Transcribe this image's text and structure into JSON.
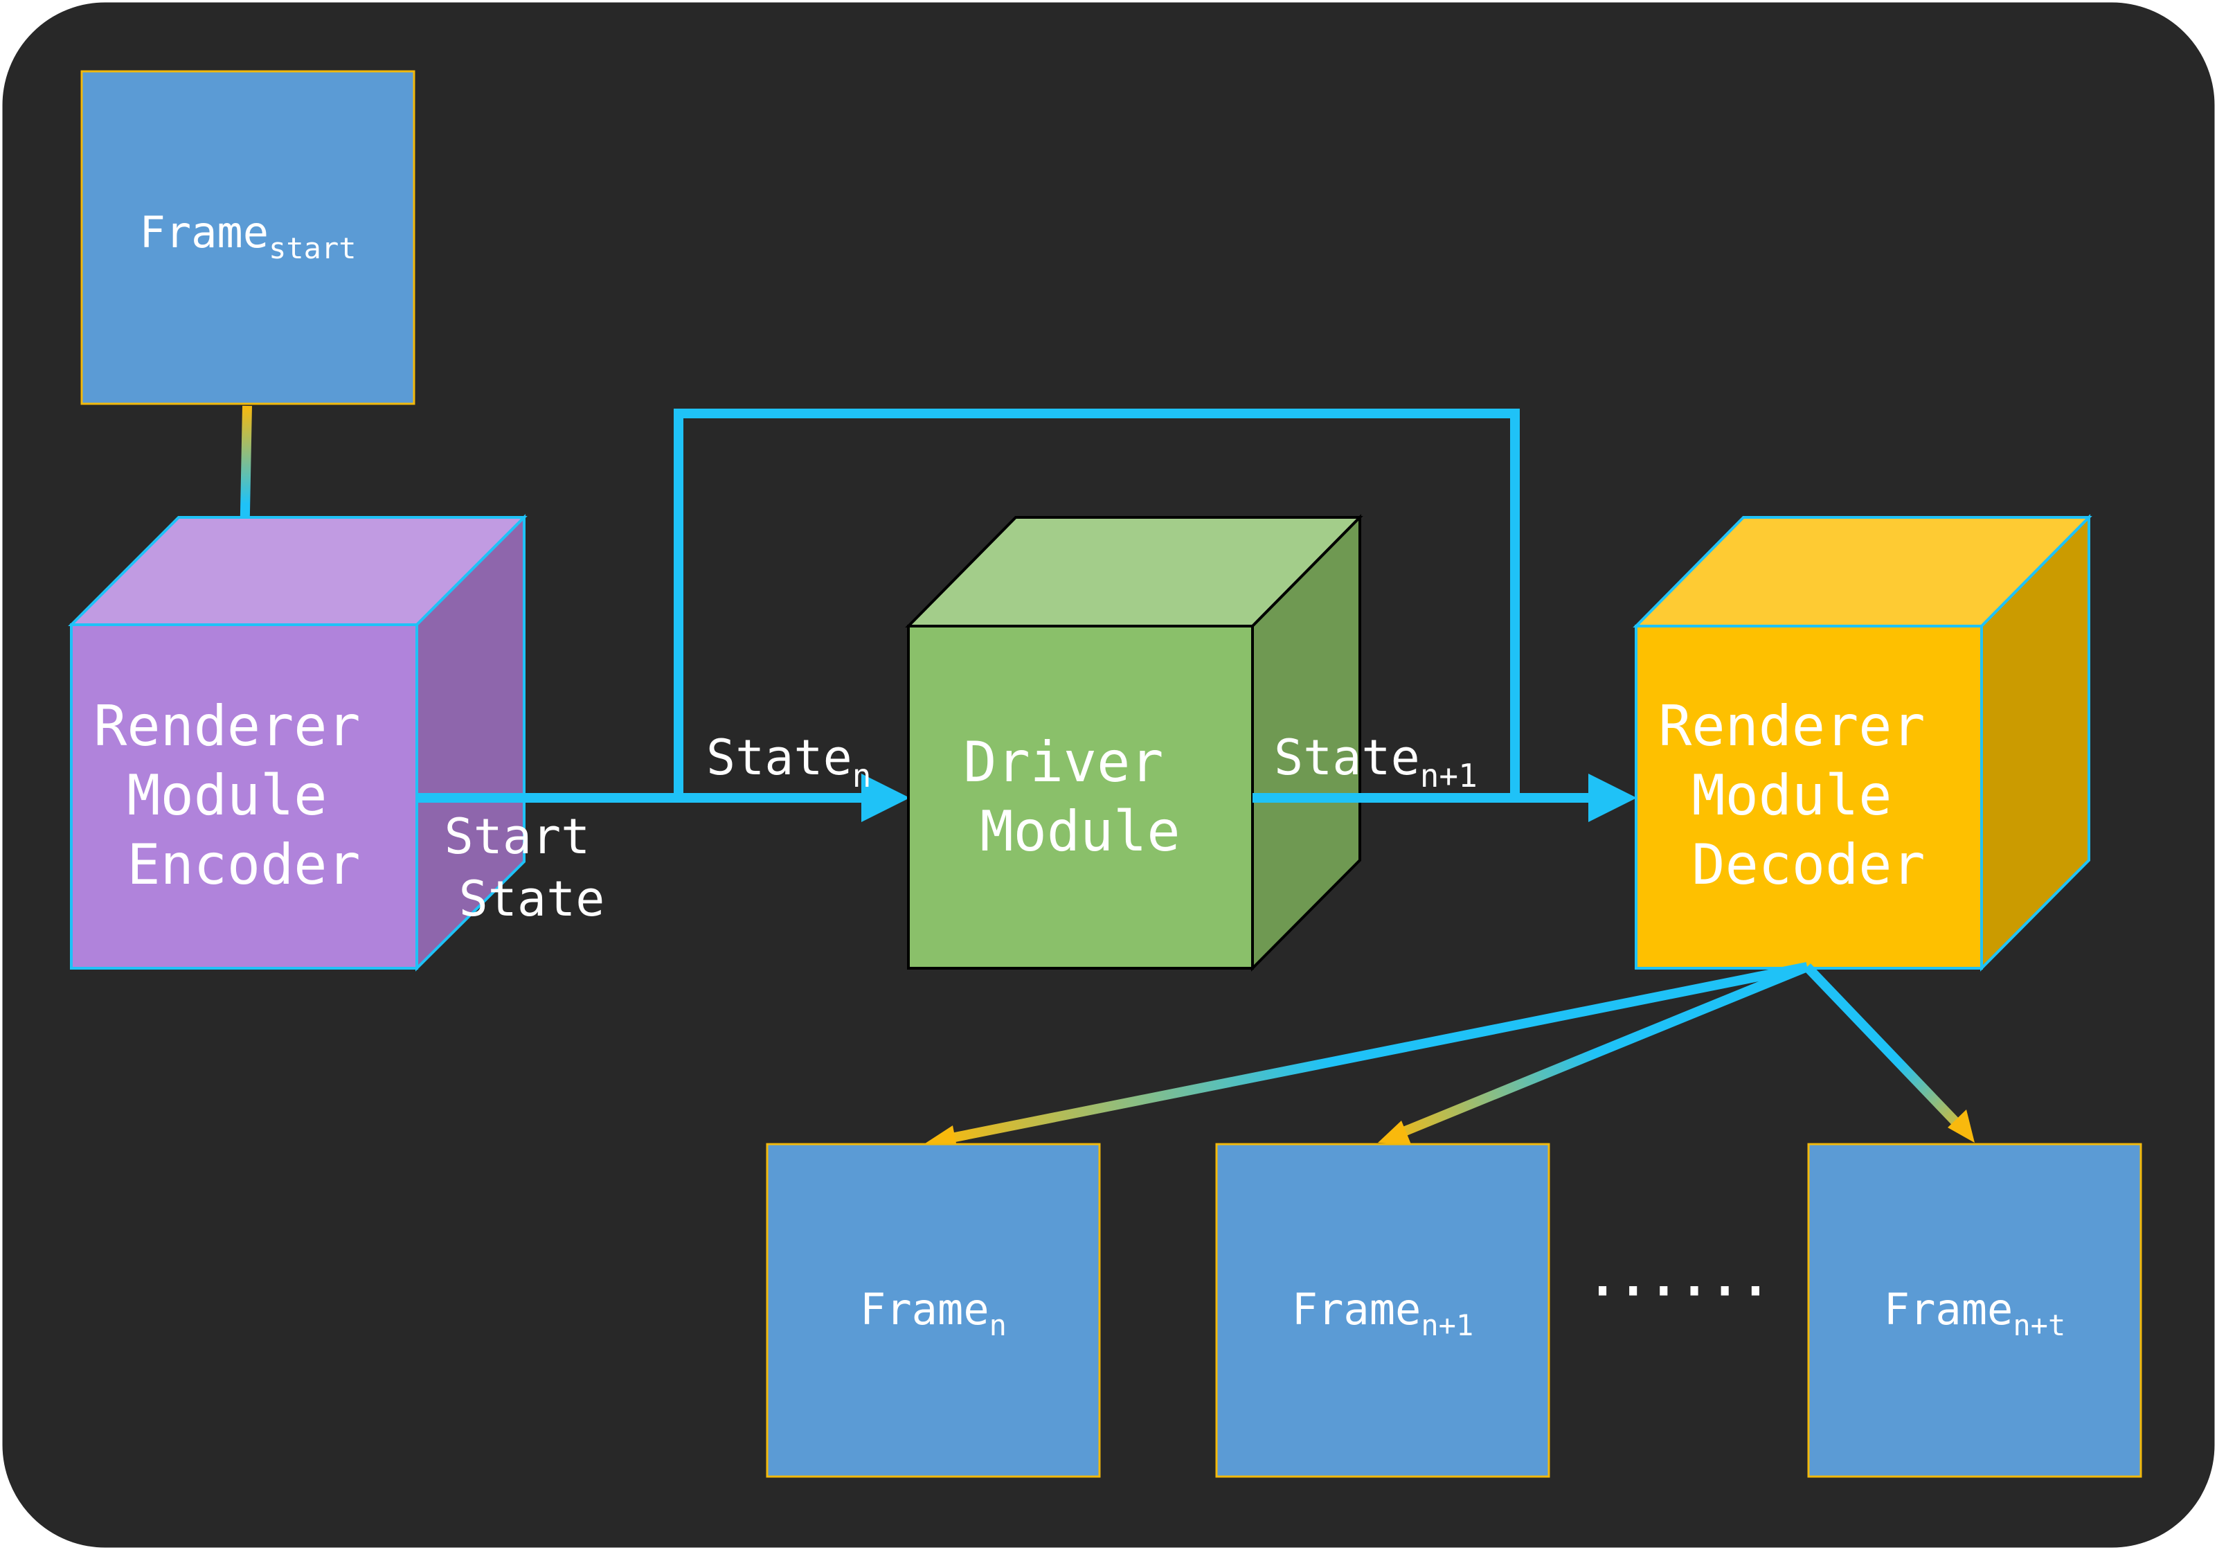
{
  "colors": {
    "background": "#282828",
    "frame_fill": "#5b9bd5",
    "frame_border": "#f2b90c",
    "arrow_blue": "#1fc2f7",
    "arrow_orange": "#f9b90d",
    "encoder_front": "#b083db",
    "encoder_top": "#c19be2",
    "encoder_side": "#8e66ac",
    "driver_front": "#8ac06a",
    "driver_top": "#a3cd8a",
    "driver_side": "#6f9952",
    "decoder_front": "#fec000",
    "decoder_top": "#fecb33",
    "decoder_side": "#cb9b00"
  },
  "frame_start": {
    "label": "Frame",
    "sub": "start"
  },
  "encoder": {
    "lines": [
      "Renderer",
      "Module",
      "Encoder"
    ]
  },
  "driver": {
    "lines": [
      "Driver",
      "Module"
    ]
  },
  "decoder": {
    "lines": [
      "Renderer",
      "Module",
      "Decoder"
    ]
  },
  "start_state": {
    "lines": [
      "Start",
      "State"
    ]
  },
  "state_n": {
    "label": "State",
    "sub": "n"
  },
  "state_n1": {
    "label": "State",
    "sub": "n+1"
  },
  "frame_n": {
    "label": "Frame",
    "sub": "n"
  },
  "frame_n1": {
    "label": "Frame",
    "sub": "n+1"
  },
  "frame_nt": {
    "label": "Frame",
    "sub": "n+t"
  },
  "ellipsis": "······"
}
